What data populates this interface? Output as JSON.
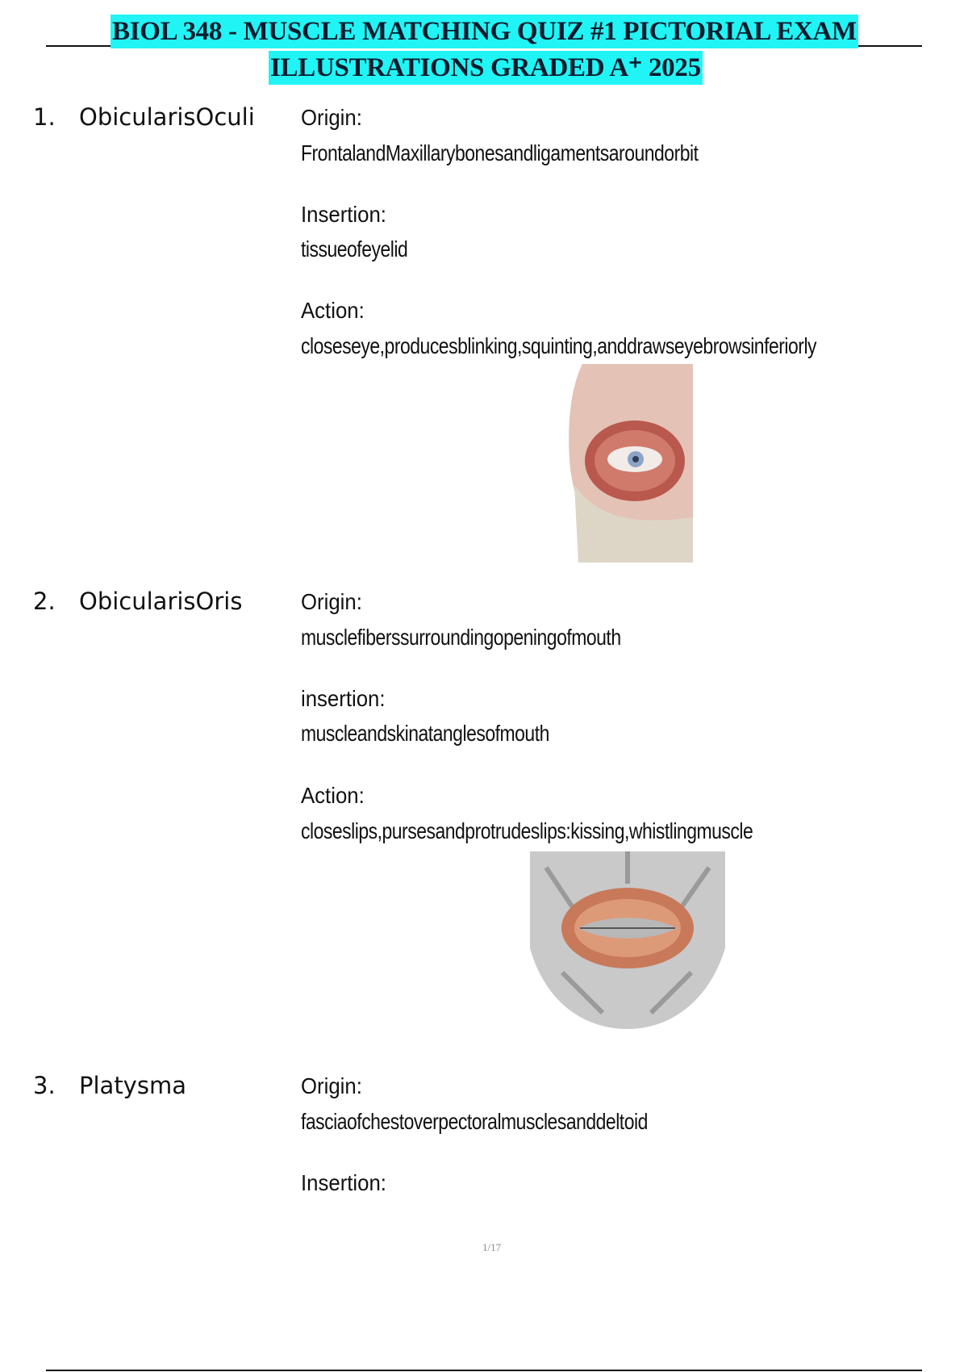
{
  "title": {
    "line1": "BIOL 348 - MUSCLE MATCHING QUIZ #1 PICTORIAL EXAM",
    "line2": "ILLUSTRATIONS GRADED A⁺ 2025"
  },
  "items": [
    {
      "number": "1.",
      "name": "ObicularisOculi",
      "origin_label": "Origin:",
      "origin": "FrontalandMaxillarybonesandligamentsaroundorbit",
      "insertion_label": "Insertion:",
      "insertion": "tissueofeyelid",
      "action_label": "Action:",
      "action": "closeseye,producesblinking,squinting,anddrawseyebrowsinferiorly"
    },
    {
      "number": "2.",
      "name": "ObicularisOris",
      "origin_label": "Origin:",
      "origin": "musclefiberssurroundingopeningofmouth",
      "insertion_label": "insertion:",
      "insertion": "muscleandskinatanglesofmouth",
      "action_label": "Action:",
      "action": "closeslips,pursesandprotrudeslips:kissing,whistlingmuscle"
    },
    {
      "number": "3.",
      "name": "Platysma",
      "origin_label": "Origin:",
      "origin": "fasciaofchestoverpectoralmusclesanddeltoid",
      "insertion_label": "Insertion:"
    }
  ],
  "page_number": "1/17",
  "colors": {
    "highlight": "#21f4f4",
    "muscle": "#c8695e"
  }
}
